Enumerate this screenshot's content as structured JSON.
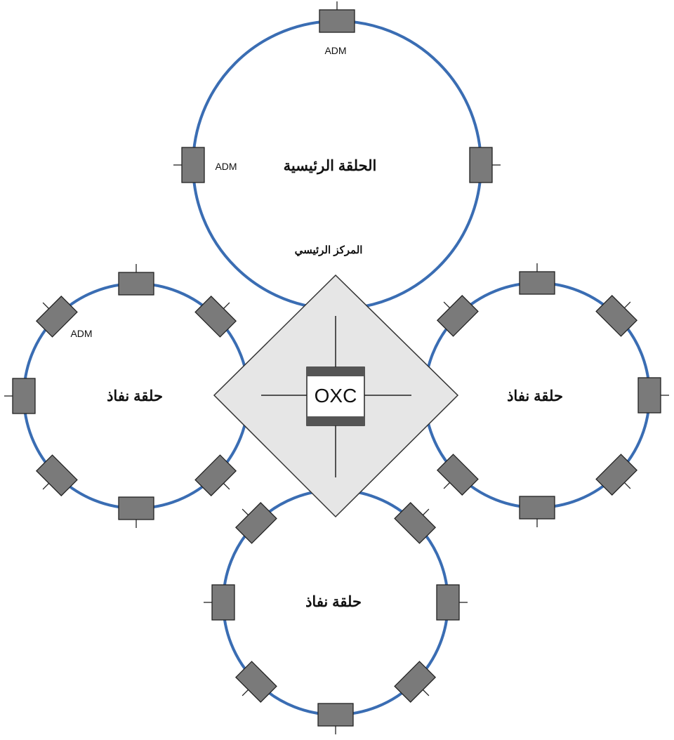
{
  "diagram": {
    "main_ring": {
      "title": "الحلقة الرئيسية",
      "adm_top_label": "ADM",
      "adm_left_label": "ADM"
    },
    "hub": {
      "label": "المركز الرئيسي",
      "oxc_label": "OXC"
    },
    "left_ring": {
      "title": "حلقة نفاذ",
      "adm_label": "ADM"
    },
    "right_ring": {
      "title": "حلقة نفاذ"
    },
    "bottom_ring": {
      "title": "حلقة نفاذ"
    },
    "colors": {
      "ring": "#3a6db3",
      "adm": "#7a7a7a",
      "hub_fill": "#e6e6e6"
    }
  }
}
